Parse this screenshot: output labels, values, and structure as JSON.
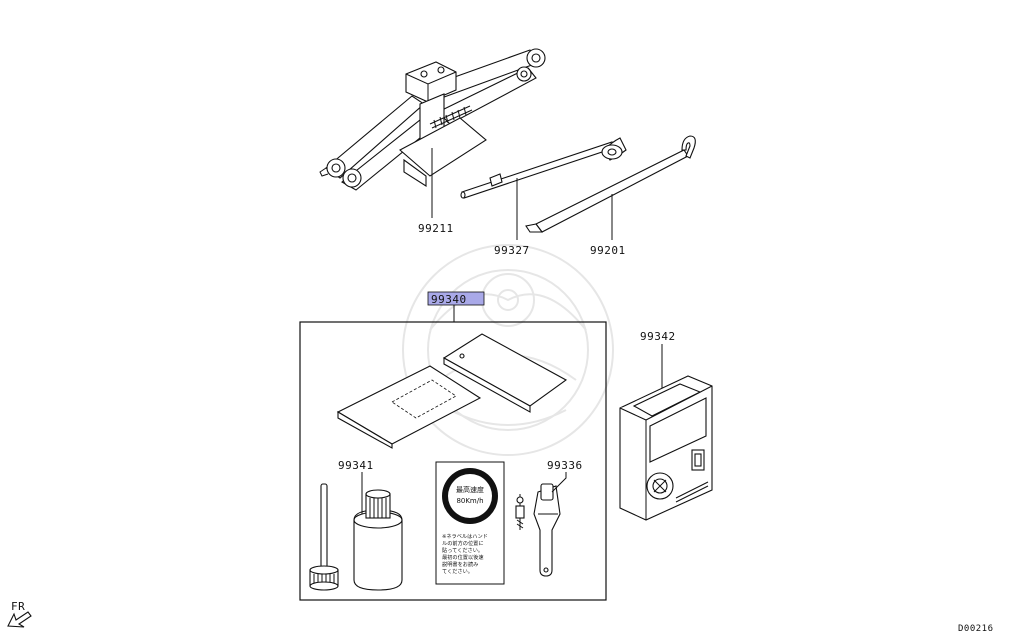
{
  "parts": [
    {
      "id": "jack",
      "number": "99211",
      "highlighted": false
    },
    {
      "id": "jack-handle",
      "number": "99327",
      "highlighted": false
    },
    {
      "id": "wheel-wrench",
      "number": "99201",
      "highlighted": false
    },
    {
      "id": "repair-kit",
      "number": "99340",
      "highlighted": true
    },
    {
      "id": "air-compressor",
      "number": "99342",
      "highlighted": false
    },
    {
      "id": "sealant-bottle",
      "number": "99341",
      "highlighted": false
    },
    {
      "id": "valve-tool",
      "number": "99336",
      "highlighted": false
    }
  ],
  "speed_label": {
    "line1": "最高速度",
    "line2": "80Km/h"
  },
  "speed_label_note": [
    "※ネラベルはハンド",
    "ルの前方の位置に",
    "貼ってください。",
    "最初の位置以後速",
    "説明書をお読み",
    "てください。"
  ],
  "direction": "FR",
  "diagram_code": "D00216",
  "colors": {
    "highlight_fill": "#a9a9e8",
    "line": "#111111",
    "watermark": "#e6e6e6"
  }
}
